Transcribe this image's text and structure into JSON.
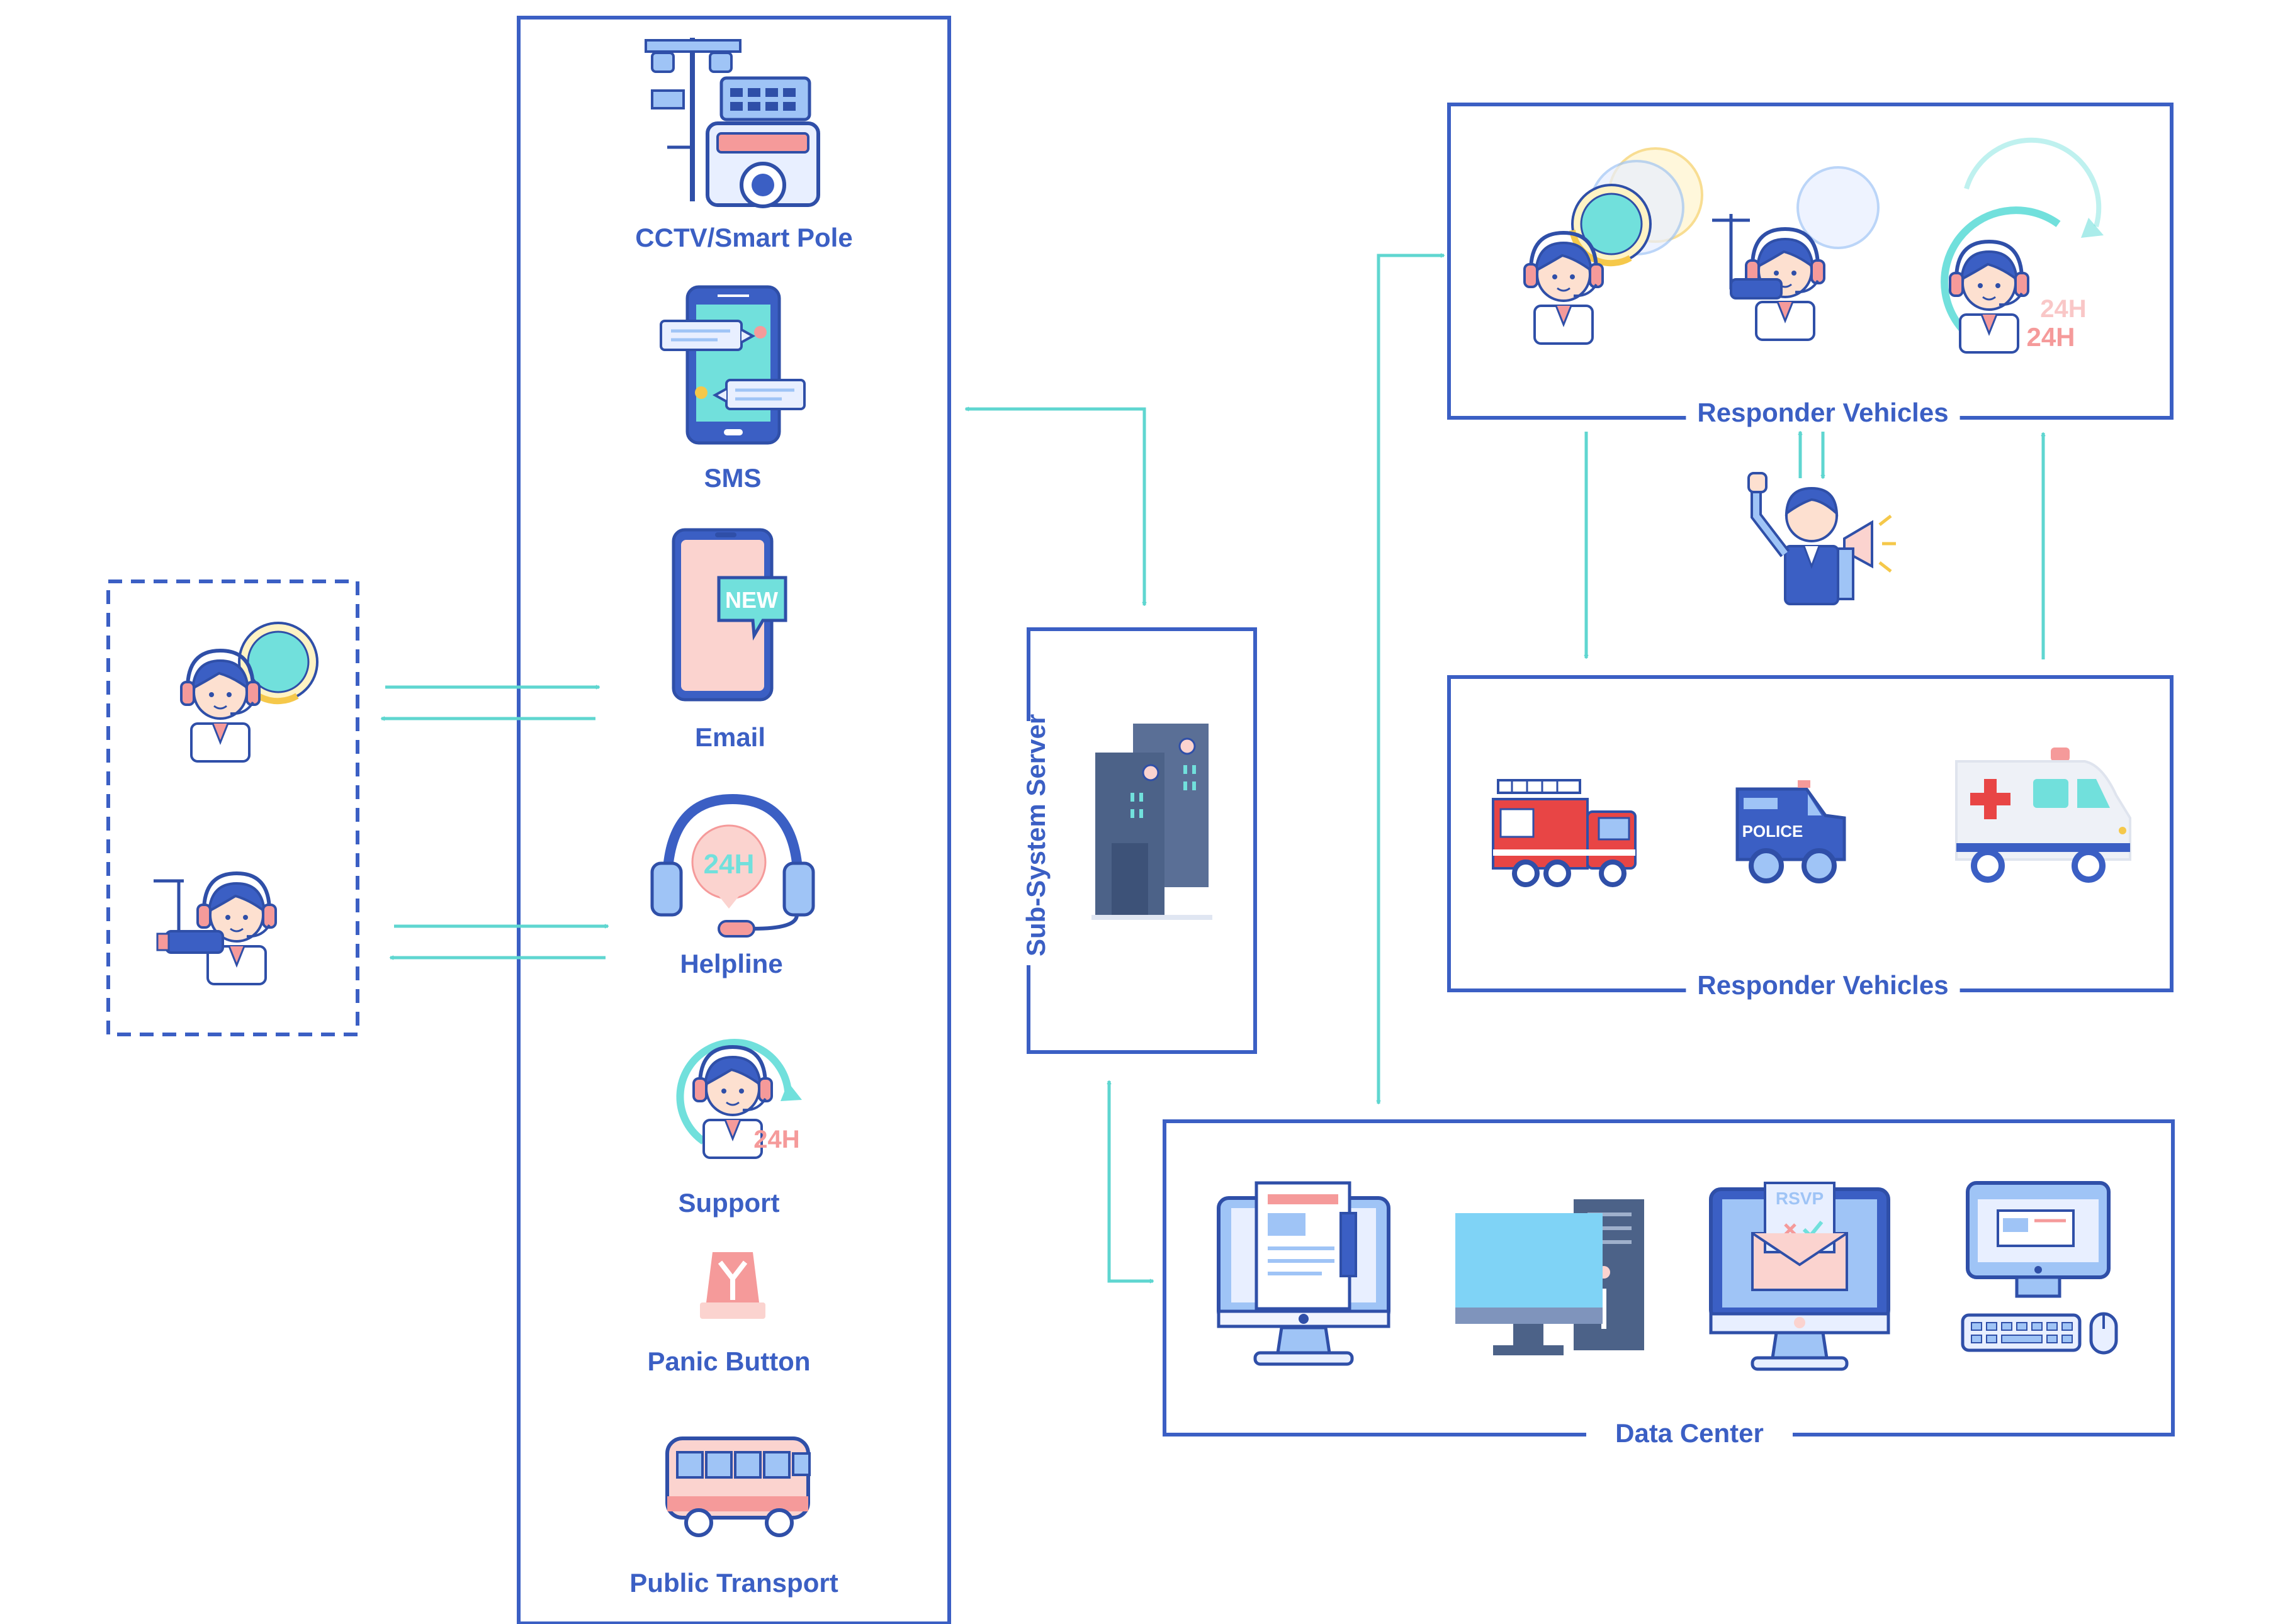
{
  "channels": {
    "cctv": "CCTV/Smart Pole",
    "sms": "SMS",
    "email": "Email",
    "helpline": "Helpline",
    "support": "Support",
    "panic": "Panic Button",
    "transport": "Public Transport"
  },
  "server": {
    "label": "Sub-System Server"
  },
  "responders": {
    "top_label": "Responder Vehicles",
    "vehicles_label": "Responder Vehicles"
  },
  "data_center": {
    "label": "Data Center"
  },
  "icon_text": {
    "new_badge": "NEW",
    "h24": "24H",
    "police": "POLICE",
    "rsvp": "RSVP"
  },
  "colors": {
    "border": "#3b5fc4",
    "arrow": "#5fd6d0",
    "navy": "#2f4fa8",
    "skin": "#fde0d0",
    "pink": "#f59a9a",
    "teal": "#71e0dc",
    "light_blue": "#9fc4f6",
    "yellow": "#f5c84a"
  }
}
